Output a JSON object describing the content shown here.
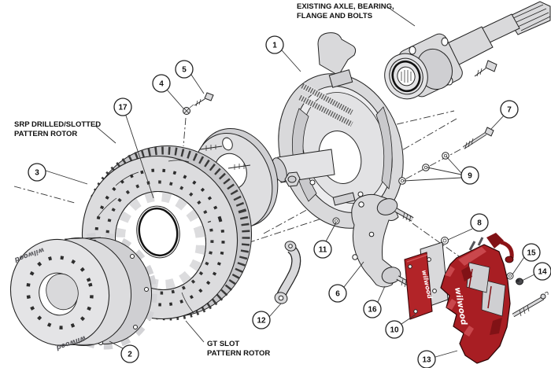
{
  "labels": {
    "existing_axle": {
      "line1": "EXISTING AXLE, BEARING,",
      "line2": "FLANGE AND BOLTS"
    },
    "srp_rotor": {
      "line1": "SRP DRILLED/SLOTTED",
      "line2": "PATTERN ROTOR"
    },
    "gt_rotor": {
      "line1": "GT SLOT",
      "line2": "PATTERN ROTOR"
    }
  },
  "brand": {
    "name": "wilwood"
  },
  "callouts": [
    {
      "n": "1"
    },
    {
      "n": "2"
    },
    {
      "n": "3"
    },
    {
      "n": "4"
    },
    {
      "n": "5"
    },
    {
      "n": "6"
    },
    {
      "n": "7"
    },
    {
      "n": "8"
    },
    {
      "n": "9"
    },
    {
      "n": "10"
    },
    {
      "n": "11"
    },
    {
      "n": "12"
    },
    {
      "n": "13"
    },
    {
      "n": "14"
    },
    {
      "n": "15"
    },
    {
      "n": "16"
    },
    {
      "n": "17"
    }
  ],
  "colors": {
    "background": "#ffffff",
    "line": "#222222",
    "part_fill": "#d9d9db",
    "caliper_red": "#a81e23",
    "pad_red": "#b22428"
  }
}
